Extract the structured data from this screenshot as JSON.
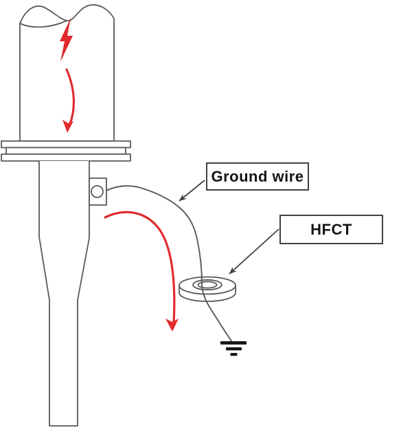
{
  "diagram": {
    "type": "schematic",
    "title_hint": "HFCT partial-discharge measurement on cable termination ground wire",
    "labels": {
      "ground_wire": "Ground wire",
      "hfct": "HFCT"
    },
    "icons": {
      "lightning_bolt": "lightning-bolt-icon",
      "earth_ground": "earth-ground-icon",
      "hfct_sensor": "toroid-sensor",
      "signal_path": "curved-red-arrow"
    },
    "colors": {
      "accent-red": "#e02b2e",
      "line-gray": "#57585a",
      "pointer-gray": "#3f4042",
      "ground-black": "#141414",
      "text": "#141414",
      "surface": "#ffffff"
    }
  }
}
